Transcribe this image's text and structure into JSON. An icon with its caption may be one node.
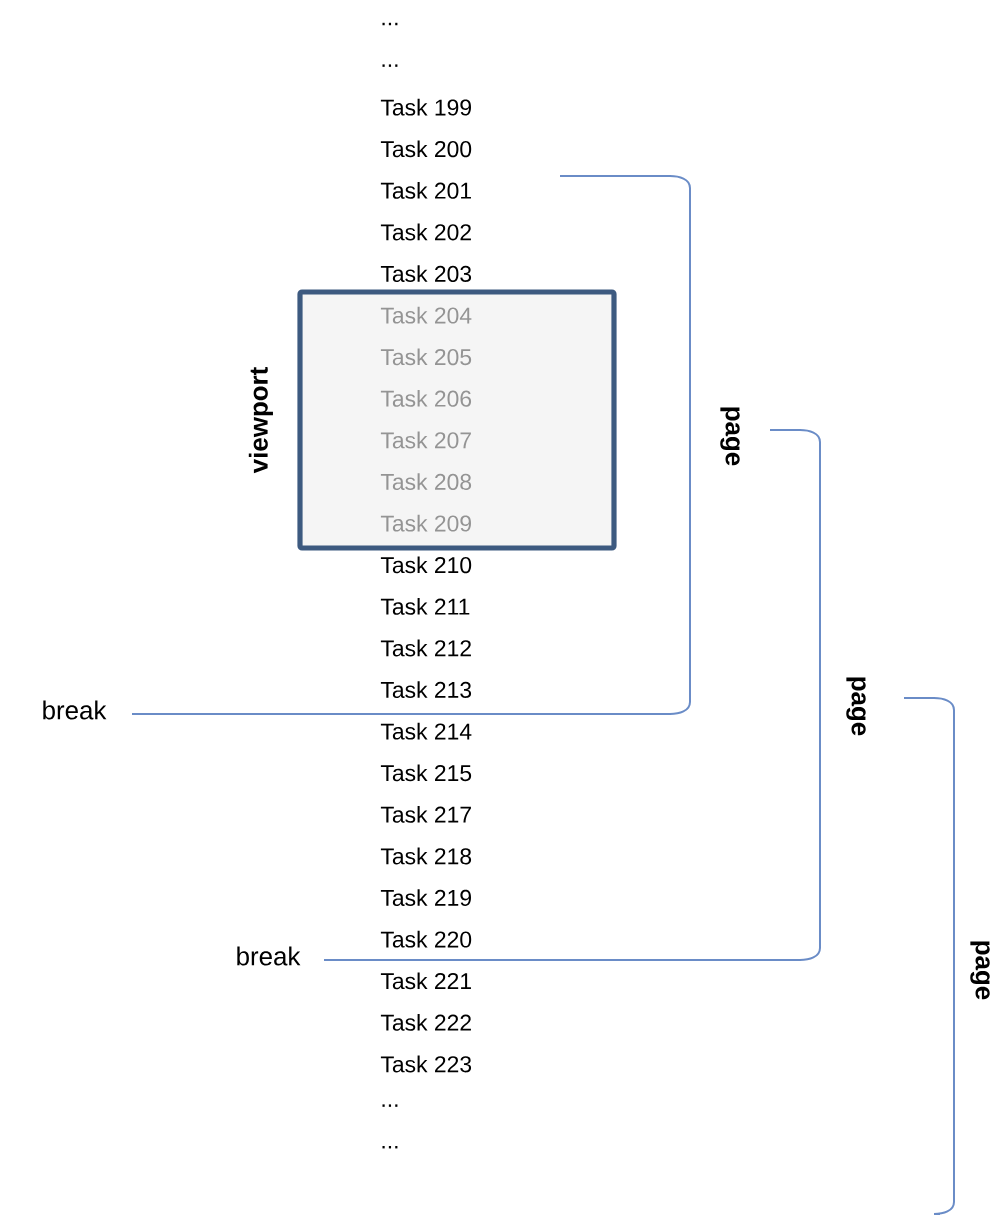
{
  "diagram": {
    "nodes": [
      {
        "text": [
          "viewport"
        ]
      }
    ],
    "labels": [
      "...",
      "...",
      "Task 199",
      "Task 200",
      "Task 201",
      "Task 202",
      "Task 203",
      "Task 204",
      "Task 205",
      "Task 206",
      "Task 207",
      "Task 208",
      "Task 209",
      "Task 210",
      "Task 211",
      "Task 212",
      "Task 213",
      "Task 214",
      "Task 215",
      "Task 217",
      "Task 218",
      "Task 219",
      "Task 220",
      "Task 221",
      "Task 222",
      "Task 223",
      "...",
      "...",
      "page",
      "page",
      "page",
      "break",
      "break"
    ]
  }
}
